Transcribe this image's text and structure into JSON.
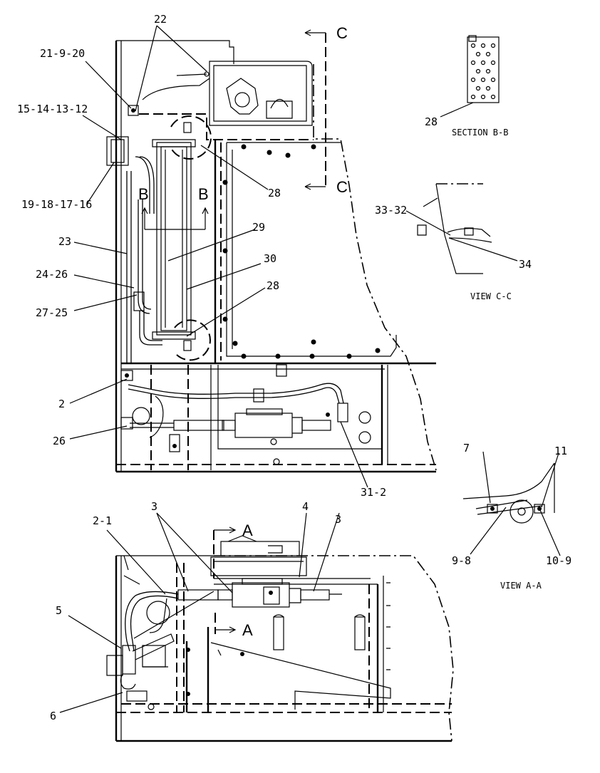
{
  "callouts": {
    "c22": "22",
    "c21_9_20": "21-9-20",
    "c15_14_13_12": "15-14-13-12",
    "c19_18_17_16": "19-18-17-16",
    "c23": "23",
    "c24_26": "24-26",
    "c27_25": "27-25",
    "c28a": "28",
    "c29": "29",
    "c30": "30",
    "c28b": "28",
    "c2": "2",
    "c26": "26",
    "c31_2": "31-2",
    "c28c": "28",
    "c33_32": "33-32",
    "c34": "34",
    "c7": "7",
    "c11": "11",
    "c9_8": "9-8",
    "c10_9": "10-9",
    "c2_1": "2-1",
    "c3a": "3",
    "c4": "4",
    "c3b": "3",
    "c5": "5",
    "c6": "6"
  },
  "section_marks": {
    "c_upper": "C",
    "c_lower": "C",
    "b_left": "B",
    "b_right": "B",
    "a_upper": "A",
    "a_lower": "A"
  },
  "view_titles": {
    "section_bb": "SECTION B-B",
    "view_cc": "VIEW C-C",
    "view_aa": "VIEW A-A"
  }
}
